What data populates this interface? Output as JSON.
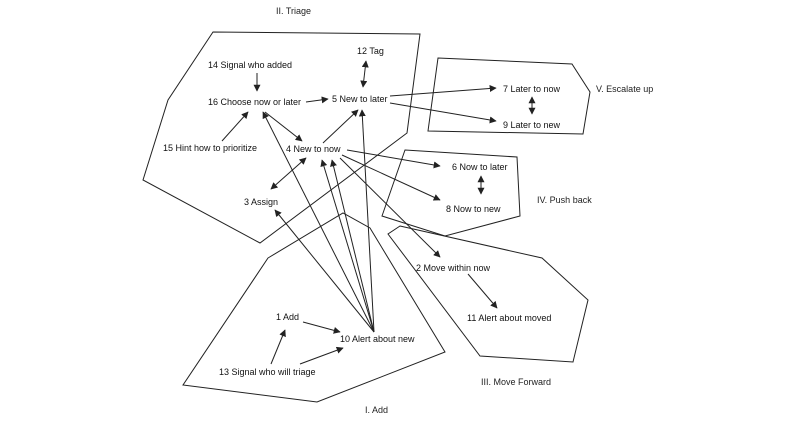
{
  "regions": {
    "triage": "II. Triage",
    "escalate": "V. Escalate up",
    "push_back": "IV. Push back",
    "move_forward": "III. Move Forward",
    "add": "I. Add"
  },
  "nodes": {
    "n1": "1 Add",
    "n2": "2 Move within now",
    "n3": "3 Assign",
    "n4": "4 New to now",
    "n5": "5 New to later",
    "n6": "6 Now to later",
    "n7": "7 Later to now",
    "n8": "8 Now to new",
    "n9": "9 Later to new",
    "n10": "10 Alert about new",
    "n11": "11 Alert about moved",
    "n12": "12 Tag",
    "n13": "13 Signal who will triage",
    "n14": "14 Signal who added",
    "n15": "15 Hint how to prioritize",
    "n16": "16 Choose now or later"
  },
  "colors": {
    "stroke": "#222222",
    "text": "#111111"
  }
}
